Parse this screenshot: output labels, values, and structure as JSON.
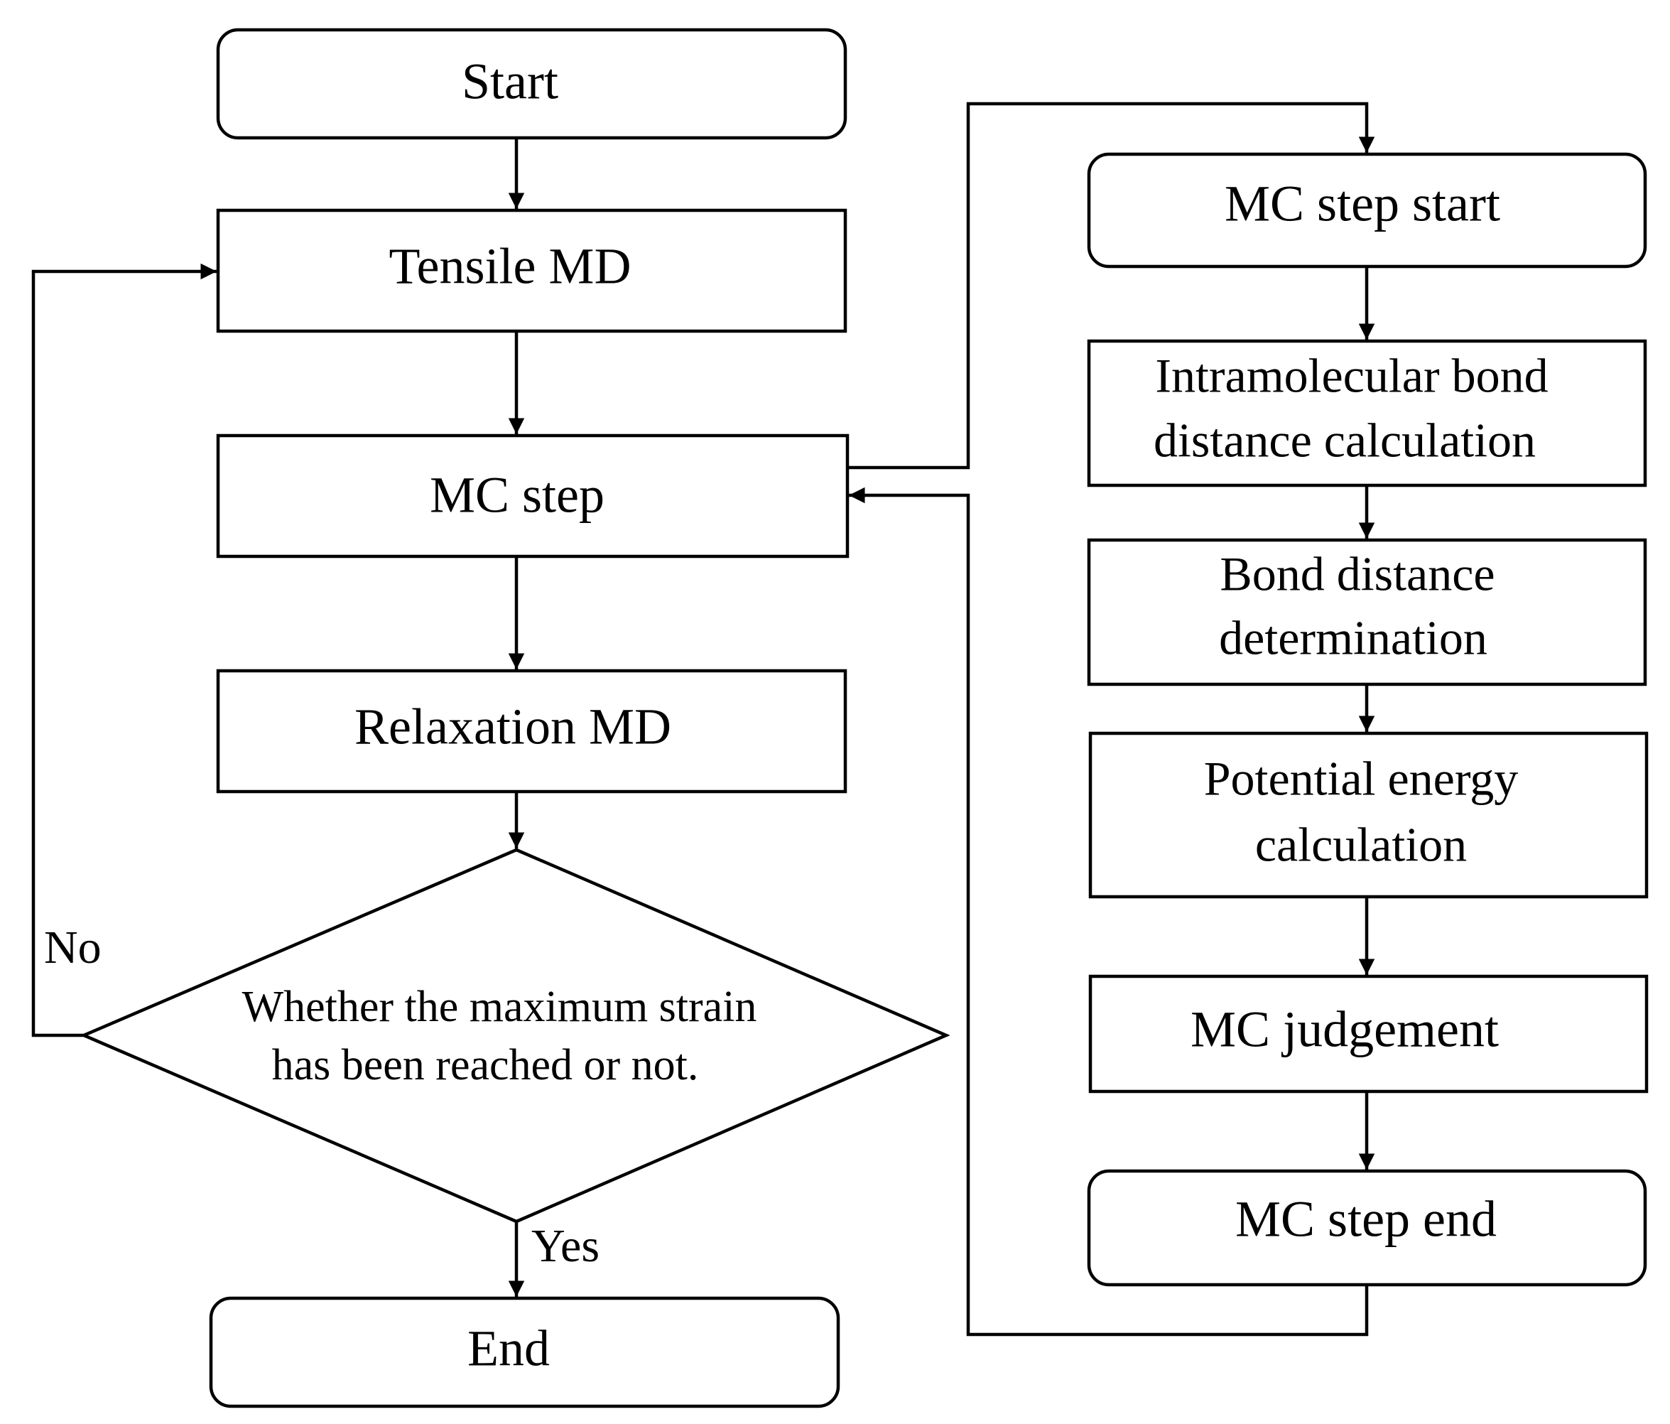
{
  "main_flow": {
    "start": "Start",
    "tensile_md": "Tensile MD",
    "mc_step": "MC step",
    "relaxation_md": "Relaxation MD",
    "decision_line1": "Whether the maximum strain",
    "decision_line2": "has been reached or not.",
    "no_label": "No",
    "yes_label": "Yes",
    "end": "End"
  },
  "mc_detail": {
    "mc_step_start": "MC step start",
    "intramolecular_line1": "Intramolecular bond",
    "intramolecular_line2": "distance calculation",
    "bond_det_line1": "Bond distance",
    "bond_det_line2": "determination",
    "potential_line1": "Potential energy",
    "potential_line2": "calculation",
    "mc_judgement": "MC judgement",
    "mc_step_end": "MC step end"
  },
  "colors": {
    "stroke": "#000000",
    "fill": "#ffffff",
    "text": "#000000"
  }
}
